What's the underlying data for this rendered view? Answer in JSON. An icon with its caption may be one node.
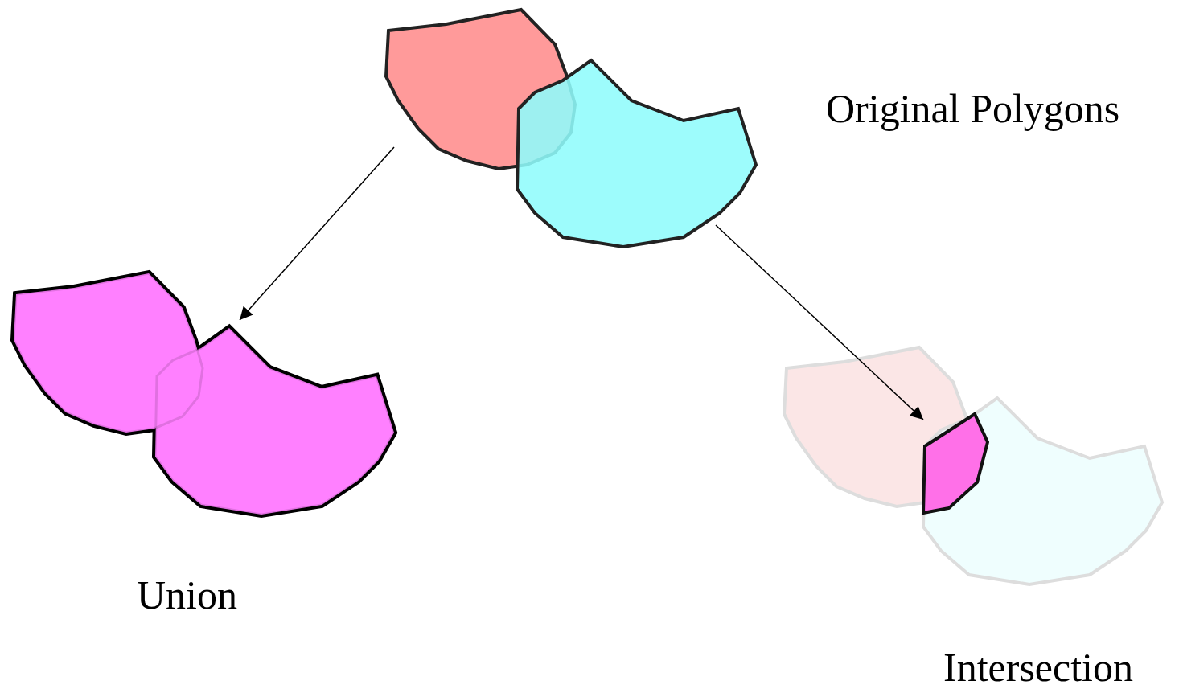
{
  "diagram": {
    "nodes": [
      {
        "text": [],
        "shape": "picture",
        "beside": [
          "Original Polygons"
        ]
      },
      {
        "text": [],
        "shape": "picture",
        "beside": [
          "Union"
        ]
      },
      {
        "text": [],
        "shape": "picture",
        "beside": [
          "Intersection"
        ]
      }
    ],
    "edges": [
      {
        "from": 0,
        "to": 1,
        "arrow": "to"
      },
      {
        "from": 0,
        "to": 2,
        "arrow": "to"
      }
    ]
  }
}
